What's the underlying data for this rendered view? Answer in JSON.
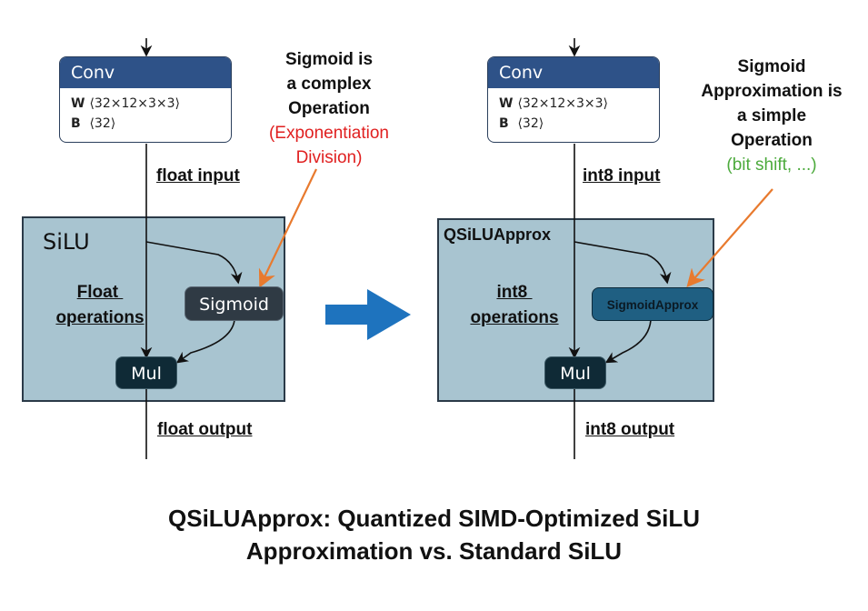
{
  "left": {
    "conv": {
      "title": "Conv",
      "w_label": "W",
      "w_shape": "⟨32×12×3×3⟩",
      "b_label": "B",
      "b_shape": "⟨32⟩"
    },
    "input_label": "float input",
    "block_title": "SiLU",
    "ops_label_line1": "Float ",
    "ops_label_line2": "operations",
    "sigmoid_node": "Sigmoid",
    "mul_node": "Mul",
    "output_label": "float output",
    "note_lines": [
      "Sigmoid is",
      "a complex",
      "Operation"
    ],
    "note_detail_lines": [
      "(Exponentiation",
      "Division)"
    ],
    "note_detail_color": "#e02020"
  },
  "right": {
    "conv": {
      "title": "Conv",
      "w_label": "W",
      "w_shape": "⟨32×12×3×3⟩",
      "b_label": "B",
      "b_shape": "⟨32⟩"
    },
    "input_label": "int8 input",
    "block_title": "QSiLUApprox",
    "ops_label_line1": "int8 ",
    "ops_label_line2": "operations",
    "sigmoid_node": "SigmoidApprox",
    "mul_node": "Mul",
    "output_label": "int8 output",
    "note_lines": [
      "Sigmoid",
      "Approximation is",
      "a simple",
      "Operation"
    ],
    "note_detail_lines": [
      "(bit shift, ...)"
    ],
    "note_detail_color": "#4caa3c"
  },
  "title_line1": "QSiLUApprox: Quantized SIMD-Optimized SiLU",
  "title_line2": "Approximation vs. Standard SiLU",
  "colors": {
    "conv_header": "#2e5288",
    "block_fill": "#a8c4d0",
    "sigmoid_node": "#2f3a44",
    "sigmoid_approx_node": "#1f5f82",
    "mul_node": "#0f2a36",
    "pointer_arrow": "#e87a2e",
    "big_arrow": "#1e73be"
  }
}
